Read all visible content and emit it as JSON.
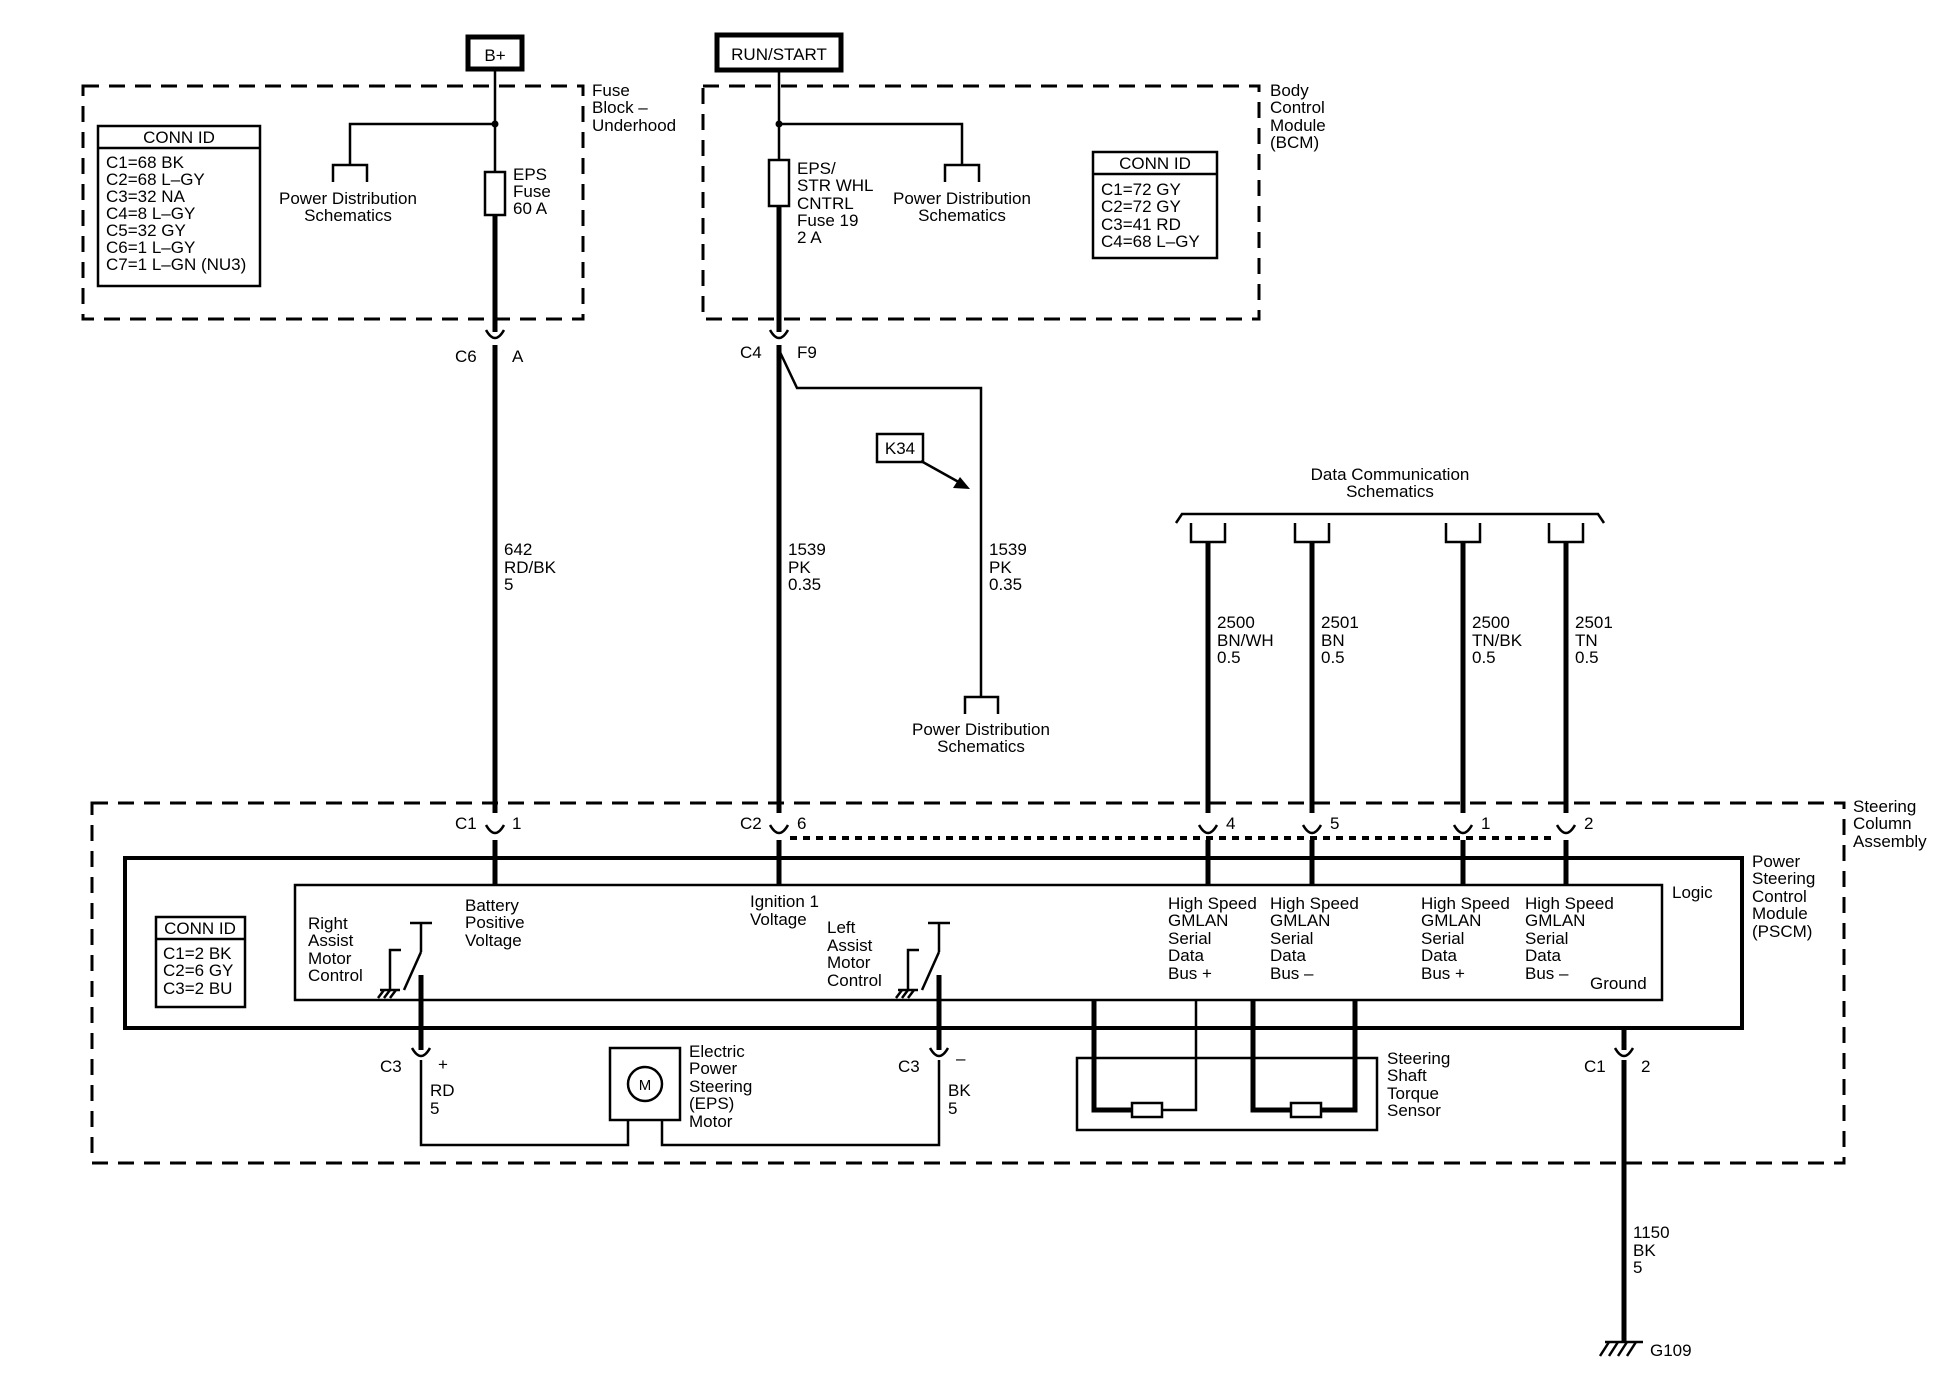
{
  "sources": {
    "battery": "B+",
    "run_start": "RUN/START"
  },
  "fuse_block": {
    "title": [
      "Fuse",
      "Block –",
      "Underhood"
    ],
    "conn_title": "CONN ID",
    "conn_ids": [
      "C1=68 BK",
      "C2=68 L–GY",
      "C3=32 NA",
      "C4=8 L–GY",
      "C5=32 GY",
      "C6=1 L–GY",
      "C7=1 L–GN (NU3)"
    ],
    "power_dist": [
      "Power Distribution",
      "Schematics"
    ],
    "fuse": [
      "EPS",
      "Fuse",
      "60 A"
    ]
  },
  "bcm": {
    "title": [
      "Body",
      "Control",
      "Module",
      "(BCM)"
    ],
    "conn_title": "CONN ID",
    "conn_ids": [
      "C1=72 GY",
      "C2=72 GY",
      "C3=41 RD",
      "C4=68 L–GY"
    ],
    "fuse": [
      "EPS/",
      "STR WHL",
      "CNTRL",
      "Fuse 19",
      "2 A"
    ],
    "power_dist": [
      "Power Distribution",
      "Schematics"
    ]
  },
  "connectors": {
    "c6": "C6",
    "c6_pin": "A",
    "c4": "C4",
    "c4_pin": "F9",
    "c1_top": "C1",
    "c1_top_pin": "1",
    "c2": "C2",
    "c2_pin": "6",
    "pin_4": "4",
    "pin_5": "5",
    "pin_1": "1",
    "pin_2": "2",
    "c3_left": "C3",
    "c3_left_pin": "+",
    "c3_right": "C3",
    "c3_right_pin": "–",
    "c1_ground": "C1",
    "c1_ground_pin": "2"
  },
  "wires": {
    "w642": [
      "642",
      "RD/BK",
      "5"
    ],
    "w1539a": [
      "1539",
      "PK",
      "0.35"
    ],
    "w1539b": [
      "1539",
      "PK",
      "0.35"
    ],
    "w2500a": [
      "2500",
      "BN/WH",
      "0.5"
    ],
    "w2501a": [
      "2501",
      "BN",
      "0.5"
    ],
    "w2500b": [
      "2500",
      "TN/BK",
      "0.5"
    ],
    "w2501b": [
      "2501",
      "TN",
      "0.5"
    ],
    "rd": [
      "RD",
      "5"
    ],
    "bk": [
      "BK",
      "5"
    ],
    "w1150": [
      "1150",
      "BK",
      "5"
    ]
  },
  "k34": "K34",
  "power_dist_bottom": [
    "Power Distribution",
    "Schematics"
  ],
  "data_comm": [
    "Data Communication",
    "Schematics"
  ],
  "steering_column": [
    "Steering",
    "Column",
    "Assembly"
  ],
  "pscm": {
    "title": [
      "Power",
      "Steering",
      "Control",
      "Module",
      "(PSCM)"
    ],
    "logic": "Logic",
    "conn_title": "CONN ID",
    "conn_ids": [
      "C1=2 BK",
      "C2=6 GY",
      "C3=2 BU"
    ],
    "battery_positive": [
      "Battery",
      "Positive",
      "Voltage"
    ],
    "ignition": [
      "Ignition 1",
      "Voltage"
    ],
    "right_assist": [
      "Right",
      "Assist",
      "Motor",
      "Control"
    ],
    "left_assist": [
      "Left",
      "Assist",
      "Motor",
      "Control"
    ],
    "hs_plus_1": [
      "High Speed",
      "GMLAN",
      "Serial",
      "Data",
      "Bus +"
    ],
    "hs_minus_1": [
      "High Speed",
      "GMLAN",
      "Serial",
      "Data",
      "Bus –"
    ],
    "hs_plus_2": [
      "High Speed",
      "GMLAN",
      "Serial",
      "Data",
      "Bus +"
    ],
    "hs_minus_2": [
      "High Speed",
      "GMLAN",
      "Serial",
      "Data",
      "Bus –"
    ],
    "ground": "Ground"
  },
  "motor": {
    "symbol": "M",
    "label": [
      "Electric",
      "Power",
      "Steering",
      "(EPS)",
      "Motor"
    ]
  },
  "torque_sensor": [
    "Steering",
    "Shaft",
    "Torque",
    "Sensor"
  ],
  "ground_ref": "G109"
}
